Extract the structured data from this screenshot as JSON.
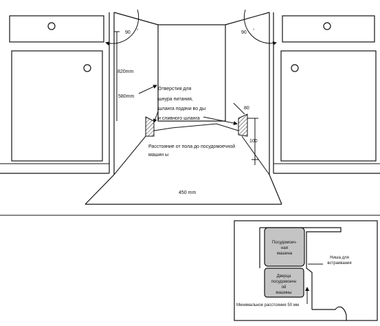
{
  "diagram": {
    "main": {
      "angle_left": "90",
      "angle_right": "90",
      "degree_symbol": "°",
      "height_label": "820mm",
      "depth_label": "580mm",
      "holes_note_line1": "Отверстия для",
      "holes_note_line2": "шнура питания,",
      "holes_note_line3": "шланга подачи во ды",
      "holes_note_line4": "и сливного шланга",
      "dim_80": "80",
      "dim_100": "100",
      "floor_note_line1": "Расстояние от пола до посудомоечной",
      "floor_note_line2": "машин ы",
      "width_label": "450 mm"
    },
    "inset": {
      "dishwasher_line1": "Посудомоеч-",
      "dishwasher_line2": "ная",
      "dishwasher_line3": "машина",
      "door_line1": "Дверца",
      "door_line2": "посудомоечн",
      "door_line3": "ой",
      "door_line4": "машины",
      "niche_line1": "Ниша для",
      "niche_line2": "встраивания",
      "min_distance": "Минимальное расстояние 50 мм"
    }
  }
}
